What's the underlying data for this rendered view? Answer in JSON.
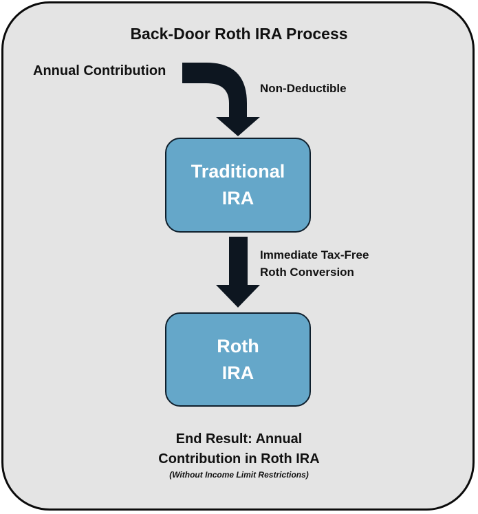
{
  "title": "Back-Door Roth IRA Process",
  "start_label": "Annual Contribution",
  "step1_label": "Non-Deductible",
  "step2_label_line1": "Immediate Tax-Free",
  "step2_label_line2": "Roth Conversion",
  "box1": {
    "line1": "Traditional",
    "line2": "IRA"
  },
  "box2": {
    "line1": "Roth",
    "line2": "IRA"
  },
  "result": {
    "line1": "End Result: Annual",
    "line2": "Contribution in Roth IRA",
    "note": "(Without Income Limit Restrictions)"
  },
  "colors": {
    "panel_bg": "#e4e4e4",
    "box_fill": "#65a7c9",
    "arrow": "#0d1620"
  }
}
